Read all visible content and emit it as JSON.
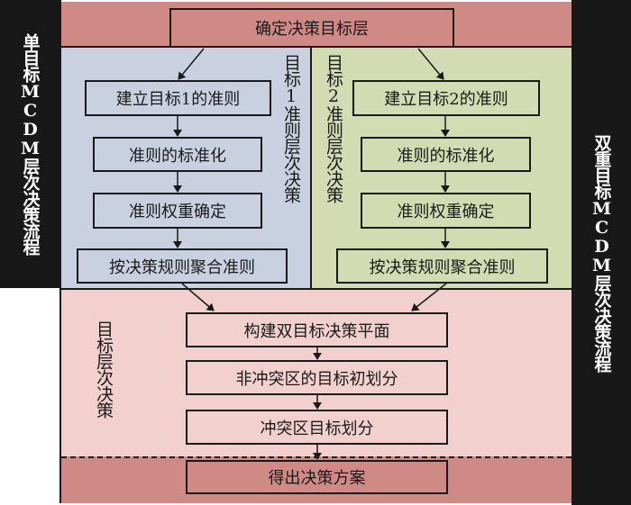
{
  "side_labels": {
    "left": "单目标MCDM层次决策流程",
    "right": "双重目标MCDM层次决策流程"
  },
  "top": {
    "title_box": "确定决策目标层"
  },
  "panel_goal1": {
    "label": "目标1准则层次决策",
    "steps": [
      "建立目标1的准则",
      "准则的标准化",
      "准则权重确定",
      "按决策规则聚合准则"
    ]
  },
  "panel_goal2": {
    "label": "目标2准则层次决策",
    "steps": [
      "建立目标2的准则",
      "准则的标准化",
      "准则权重确定",
      "按决策规则聚合准则"
    ]
  },
  "goal_layer": {
    "label": "目标层次决策",
    "steps": [
      "构建双目标决策平面",
      "非冲突区的目标初划分",
      "冲突区目标划分"
    ]
  },
  "bottom": {
    "result_box": "得出决策方案"
  },
  "colors": {
    "top_band": "#d08a86",
    "goal1_panel": "#c9d1e1",
    "goal2_panel": "#d3dbb3",
    "goal_layer_panel": "#f2d0ce",
    "bottom_band": "#cf8a86",
    "side_bars": "#181818"
  }
}
